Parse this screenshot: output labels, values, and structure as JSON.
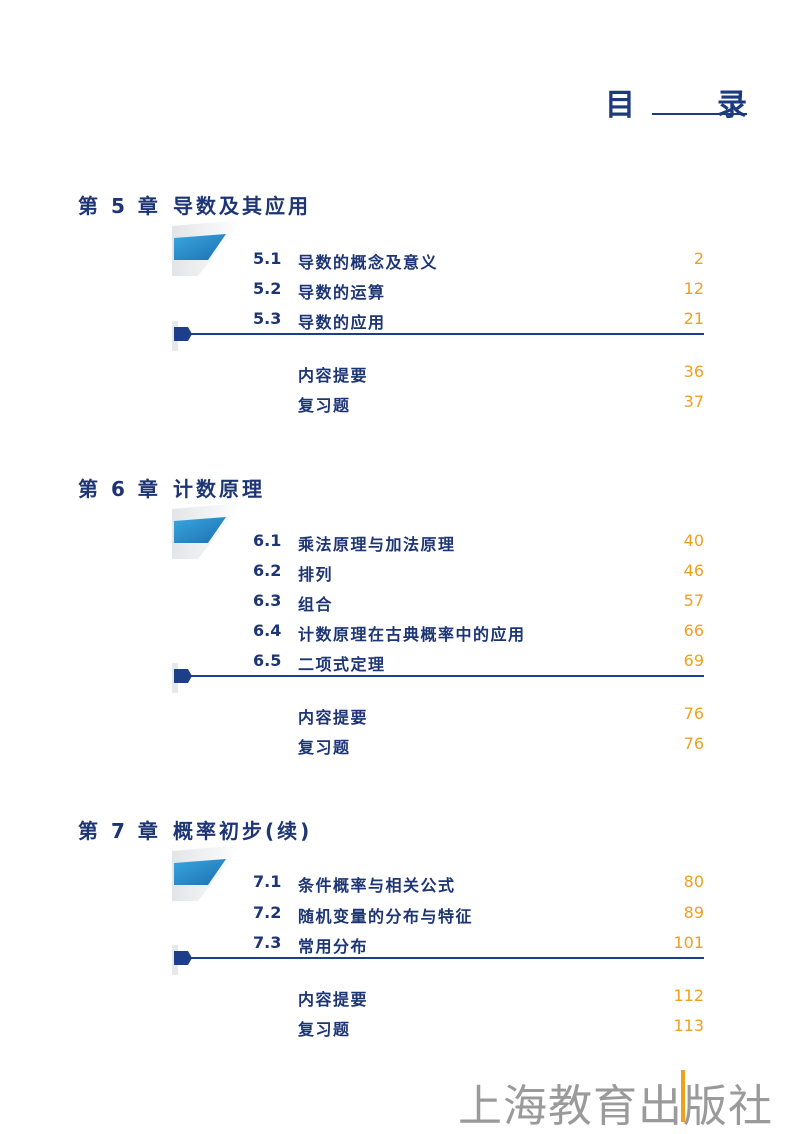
{
  "page_title": "目　录",
  "chapters": [
    {
      "number": "第 5 章",
      "title": "导数及其应用",
      "sections": [
        {
          "num": "5.1",
          "title": "导数的概念及意义",
          "page": "2"
        },
        {
          "num": "5.2",
          "title": "导数的运算",
          "page": "12"
        },
        {
          "num": "5.3",
          "title": "导数的应用",
          "page": "21"
        }
      ],
      "extras": [
        {
          "title": "内容提要",
          "page": "36"
        },
        {
          "title": "复习题",
          "page": "37"
        }
      ]
    },
    {
      "number": "第 6 章",
      "title": "计数原理",
      "sections": [
        {
          "num": "6.1",
          "title": "乘法原理与加法原理",
          "page": "40"
        },
        {
          "num": "6.2",
          "title": "排列",
          "page": "46"
        },
        {
          "num": "6.3",
          "title": "组合",
          "page": "57"
        },
        {
          "num": "6.4",
          "title": "计数原理在古典概率中的应用",
          "page": "66"
        },
        {
          "num": "6.5",
          "title": "二项式定理",
          "page": "69"
        }
      ],
      "extras": [
        {
          "title": "内容提要",
          "page": "76"
        },
        {
          "title": "复习题",
          "page": "76"
        }
      ]
    },
    {
      "number": "第 7 章",
      "title": "概率初步(续)",
      "sections": [
        {
          "num": "7.1",
          "title": "条件概率与相关公式",
          "page": "80"
        },
        {
          "num": "7.2",
          "title": "随机变量的分布与特征",
          "page": "89"
        },
        {
          "num": "7.3",
          "title": "常用分布",
          "page": "101"
        }
      ],
      "extras": [
        {
          "title": "内容提要",
          "page": "112"
        },
        {
          "title": "复习题",
          "page": "113"
        }
      ]
    }
  ],
  "publisher": "上海教育出版社",
  "colors": {
    "navy": "#1d3575",
    "orange": "#f0a020",
    "blue_accent": "#2a9ad6",
    "gray": "#9a9a9a"
  }
}
